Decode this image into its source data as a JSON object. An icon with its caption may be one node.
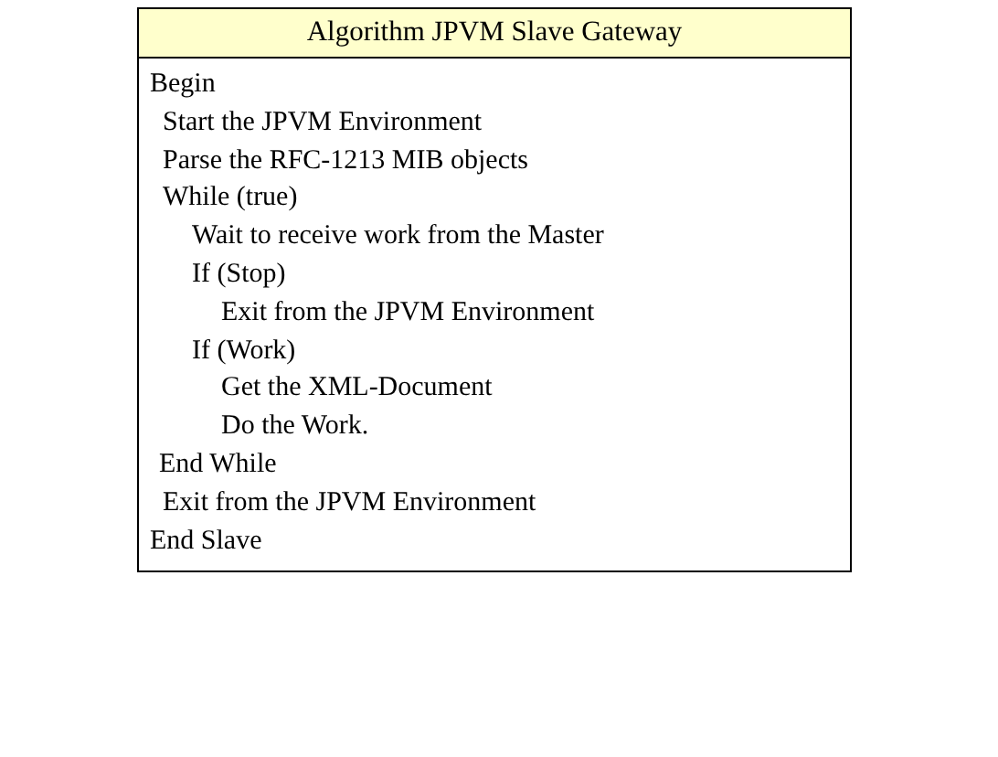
{
  "diagram": {
    "title": "Algorithm JPVM Slave Gateway",
    "labels": [
      "Begin",
      "Start the JPVM Environment",
      "Parse the RFC-1213 MIB objects",
      "While (true)",
      "Wait to receive work from the Master",
      "If (Stop)",
      "Exit from the JPVM Environment",
      "If (Work)",
      "Get the XML-Document",
      "Do the Work.",
      "End While",
      "Exit from the JPVM Environment",
      "End Slave"
    ]
  }
}
